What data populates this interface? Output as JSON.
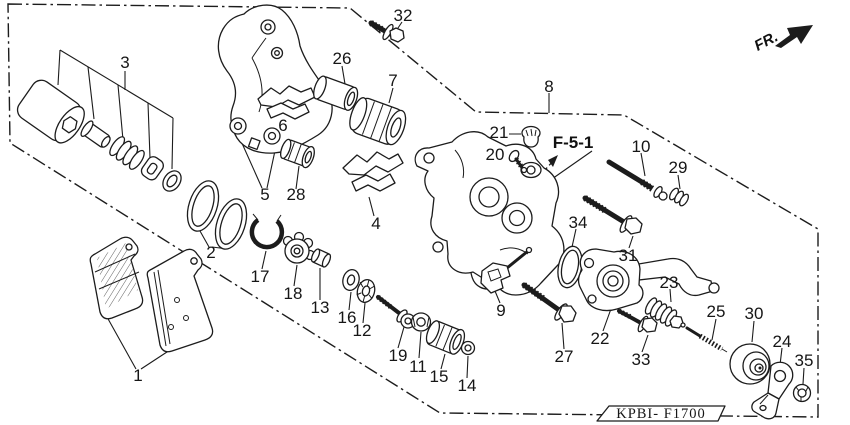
{
  "diagram": {
    "type": "exploded-parts-diagram",
    "figure_code": "KPBI- F1700",
    "figure_ref": "F-5-1",
    "direction_label": "FR.",
    "labels": {
      "p1": "1",
      "p2": "2",
      "p3": "3",
      "p4": "4",
      "p5": "5",
      "p6": "6",
      "p7": "7",
      "p8": "8",
      "p9": "9",
      "p10": "10",
      "p11": "11",
      "p12": "12",
      "p13": "13",
      "p14": "14",
      "p15": "15",
      "p16": "16",
      "p17": "17",
      "p18": "18",
      "p19": "19",
      "p20": "20",
      "p21": "21",
      "p22": "22",
      "p23": "23",
      "p24": "24",
      "p25": "25",
      "p26": "26",
      "p27": "27",
      "p28": "28",
      "p29": "29",
      "p30": "30",
      "p31": "31",
      "p32": "32",
      "p33": "33",
      "p34": "34",
      "p35": "35"
    }
  }
}
